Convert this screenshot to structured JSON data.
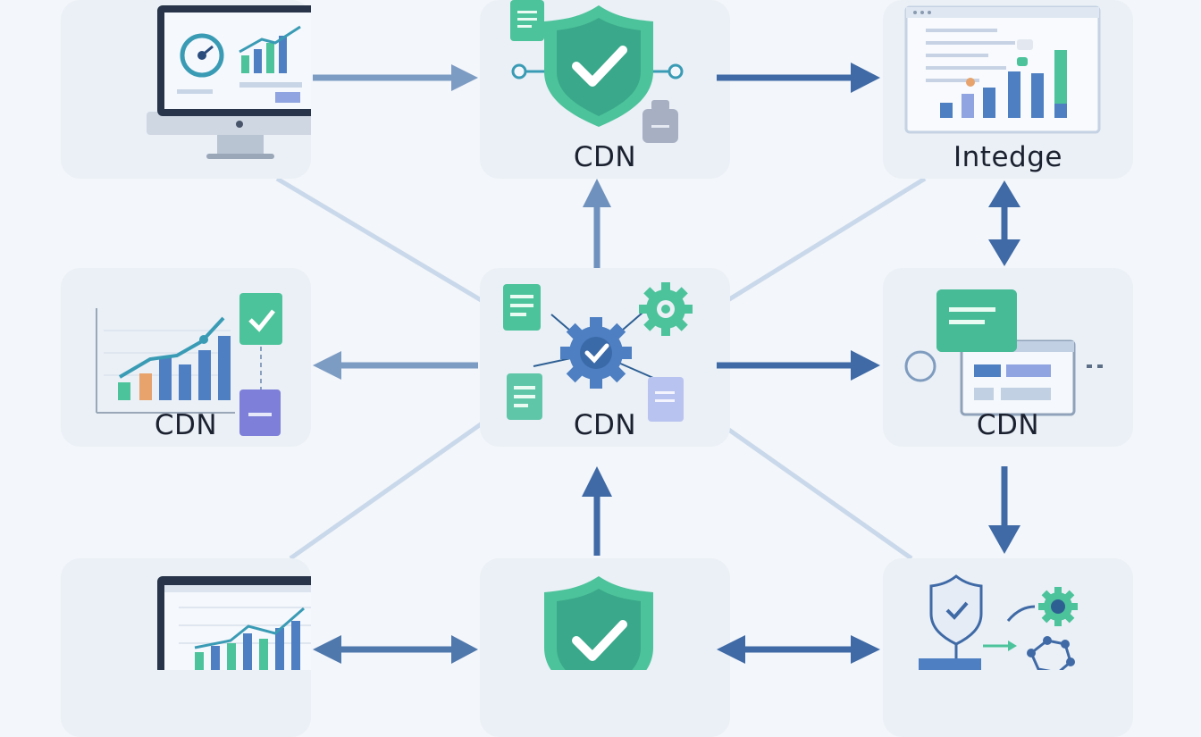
{
  "nodes": {
    "top_left": {
      "label": ""
    },
    "top_center": {
      "label": "CDN"
    },
    "top_right": {
      "label": "Intedge"
    },
    "mid_left": {
      "label": "CDN"
    },
    "mid_center": {
      "label": "CDN"
    },
    "mid_right": {
      "label": "CDN"
    },
    "bottom_left": {
      "label": ""
    },
    "bottom_center": {
      "label": ""
    },
    "bottom_right": {
      "label": ""
    }
  },
  "colors": {
    "background": "#f3f6fa",
    "card": "#eaf0f6",
    "arrow": "#3f6aa6",
    "arrow_light": "#7d9cc4",
    "connector_line": "#c9d8ea",
    "green": "#4cc39a",
    "teal": "#3a9bb5",
    "blue": "#4e7fc2",
    "orange": "#e7a36b",
    "purple": "#7d7fd8"
  },
  "icons": {
    "top_left": "monitor-dashboard-icon",
    "top_center": "shield-check-icon",
    "top_right": "analytics-dashboard-icon",
    "mid_left": "growth-chart-icon",
    "mid_center": "gear-network-icon",
    "mid_right": "browser-windows-icon",
    "bottom_left": "monitor-chart-icon",
    "bottom_center": "shield-check-icon",
    "bottom_right": "security-workflow-icon"
  }
}
